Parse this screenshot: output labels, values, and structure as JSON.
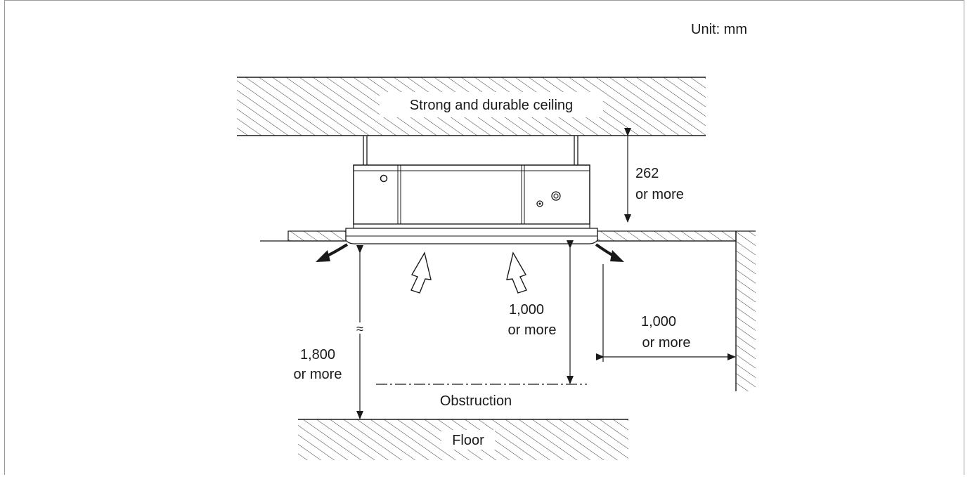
{
  "diagram": {
    "unit_label": "Unit: mm",
    "ceiling_label": "Strong and durable ceiling",
    "floor_label": "Floor",
    "obstruction_label": "Obstruction",
    "dim_ceiling_gap": {
      "value": "262",
      "note": "or more"
    },
    "dim_floor_height": {
      "value": "1,800",
      "note": "or more"
    },
    "dim_obstruction": {
      "value": "1,000",
      "note": "or more"
    },
    "dim_wall": {
      "value": "1,000",
      "note": "or more"
    },
    "break_mark": "≈"
  }
}
